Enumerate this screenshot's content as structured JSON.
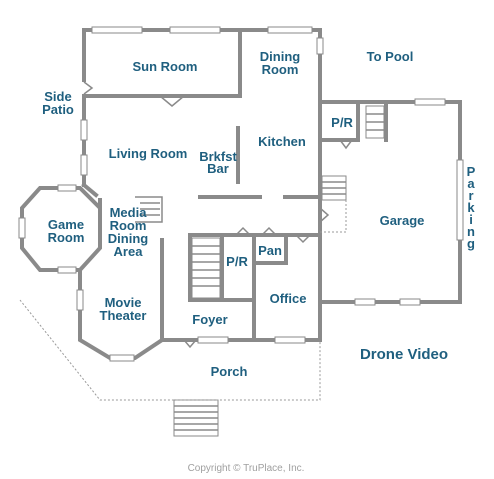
{
  "rooms": {
    "sun_room": "Sun Room",
    "dining_room": [
      "Dining",
      "Room"
    ],
    "to_pool": "To Pool",
    "side_patio": [
      "Side",
      "Patio"
    ],
    "pr_upper": "P/R",
    "living_room": "Living Room",
    "breakfast_bar": [
      "Brkfst",
      "Bar"
    ],
    "kitchen": "Kitchen",
    "game_room": [
      "Game",
      "Room"
    ],
    "media_room": [
      "Media",
      "Room",
      "Dining",
      "Area"
    ],
    "garage": "Garage",
    "parking": [
      "P",
      "a",
      "r",
      "k",
      "i",
      "n",
      "g"
    ],
    "pan": "Pan",
    "pr_lower": "P/R",
    "office": "Office",
    "movie_theater": [
      "Movie",
      "Theater"
    ],
    "foyer": "Foyer",
    "porch": "Porch"
  },
  "drone_video": "Drone Video",
  "copyright": "Copyright © TruPlace, Inc.",
  "colors": {
    "label": "#1f5f7f",
    "wall": "#8a8a8a",
    "copyright": "#a0a0a0"
  }
}
